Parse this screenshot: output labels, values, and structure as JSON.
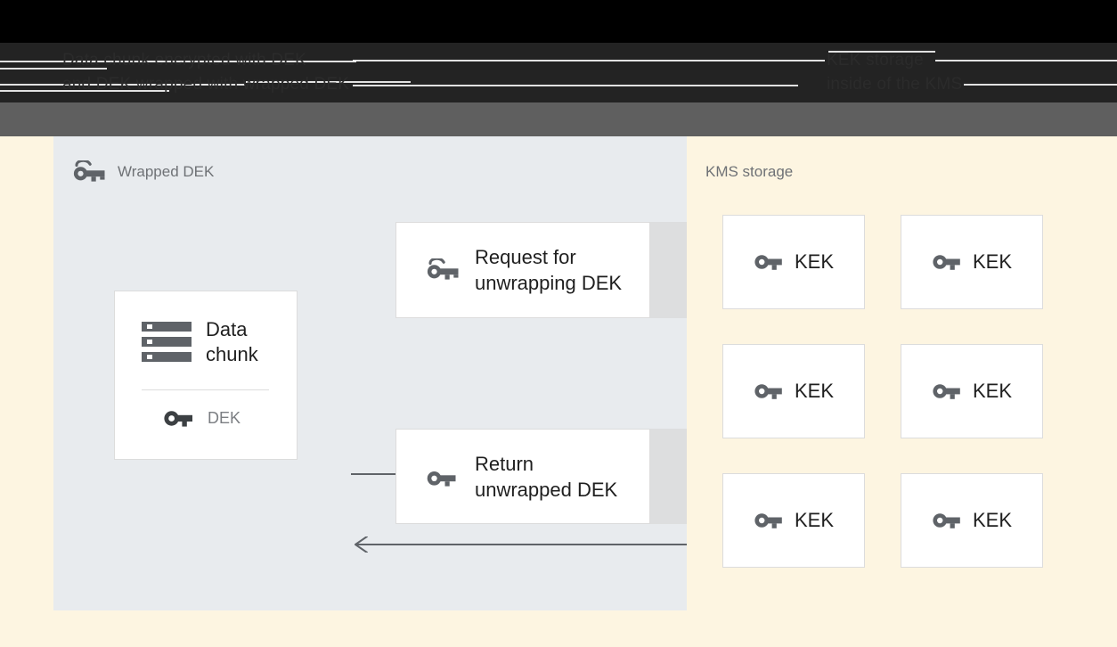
{
  "titles": {
    "left": "Data chunk encrypted with DEK\nand DEK wrapped with wrapped DEK",
    "right": "KEK storage\ninside of the KMS"
  },
  "client_panel": {
    "header_label": "Wrapped DEK",
    "header_icon": "wrapped-key-icon",
    "data_chunk_card": {
      "icon": "server-stack-icon",
      "title": "Data\nchunk",
      "dek_icon": "key-icon",
      "dek_label": "DEK"
    },
    "messages": [
      {
        "id": "request-for-unwrapping-dek",
        "icon": "wrapped-key-icon",
        "text": "Request for\nunwrapping DEK"
      },
      {
        "id": "return-unwrapped-dek",
        "icon": "key-icon",
        "text": "Return\nunwrapped DEK"
      }
    ],
    "arrows": [
      {
        "id": "arrow-to-kms",
        "direction": "right",
        "style": "solid-head"
      },
      {
        "id": "arrow-to-client",
        "direction": "left",
        "style": "open-chevron"
      }
    ]
  },
  "kms_panel": {
    "header_label": "KMS storage",
    "kek_cards": [
      {
        "icon": "key-icon",
        "label": "KEK"
      },
      {
        "icon": "key-icon",
        "label": "KEK"
      },
      {
        "icon": "key-icon",
        "label": "KEK"
      },
      {
        "icon": "key-icon",
        "label": "KEK"
      },
      {
        "icon": "key-icon",
        "label": "KEK"
      },
      {
        "icon": "key-icon",
        "label": "KEK"
      }
    ]
  },
  "colors": {
    "background": "#fdf5e1",
    "client_panel": "#e8ebee",
    "top_bar": "#000000",
    "title_band": "#232323",
    "gray_band": "#5f5f5f",
    "card_border": "#dcdcdc",
    "card_shadow": "#dddedf",
    "icon": "#5f6368",
    "muted_text": "#6f7276",
    "body_text": "#1f1f1f"
  }
}
